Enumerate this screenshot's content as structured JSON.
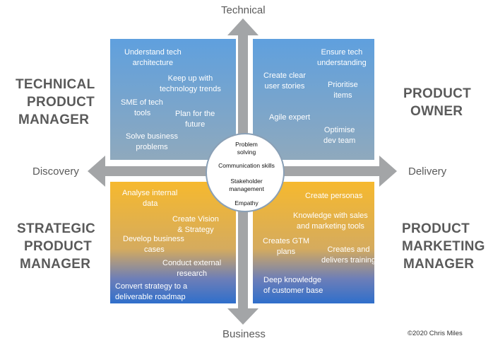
{
  "axes": {
    "top": "Technical",
    "bottom": "Business",
    "left": "Discovery",
    "right": "Delivery"
  },
  "roles": {
    "top_left": [
      "TECHNICAL",
      "PRODUCT",
      "MANAGER"
    ],
    "top_right": [
      "PRODUCT",
      "OWNER"
    ],
    "bottom_left": [
      "STRATEGIC",
      "PRODUCT",
      "MANAGER"
    ],
    "bottom_right": [
      "PRODUCT",
      "MARKETING",
      "MANAGER"
    ]
  },
  "quadrants": {
    "top_left": [
      [
        "Understand tech",
        "architecture"
      ],
      [
        "Keep up with",
        "technology trends"
      ],
      [
        "SME of tech",
        "tools"
      ],
      [
        "Plan for the",
        "future"
      ],
      [
        "Solve business",
        "problems"
      ]
    ],
    "top_right": [
      [
        "Ensure tech",
        "understanding"
      ],
      [
        "Create clear",
        "user stories"
      ],
      [
        "Prioritise",
        "items"
      ],
      [
        "Agile expert"
      ],
      [
        "Optimise",
        "dev team"
      ]
    ],
    "bottom_left": [
      [
        "Analyse internal",
        "data"
      ],
      [
        "Create Vision",
        "& Strategy"
      ],
      [
        "Develop business",
        "cases"
      ],
      [
        "Conduct external",
        "research"
      ],
      [
        "Convert strategy to a",
        "deliverable roadmap"
      ]
    ],
    "bottom_right": [
      [
        "Create personas"
      ],
      [
        "Knowledge with sales",
        "and marketing tools"
      ],
      [
        "Creates GTM",
        "plans"
      ],
      [
        "Creates and",
        "delivers training"
      ],
      [
        "Deep knowledge",
        "of customer base"
      ]
    ]
  },
  "center": {
    "problem": [
      "Problem",
      "solving"
    ],
    "communication": "Communication skills",
    "stakeholder": [
      "Stakeholder",
      "management"
    ],
    "empathy": "Empathy"
  },
  "copyright": "©2020 Chris Miles",
  "colors": {
    "arrow": "#a3a5a7",
    "blue_quadrant": "#5fa0de",
    "orange_quadrant": "#f6b92e",
    "role_text": "#5a5a5a"
  }
}
